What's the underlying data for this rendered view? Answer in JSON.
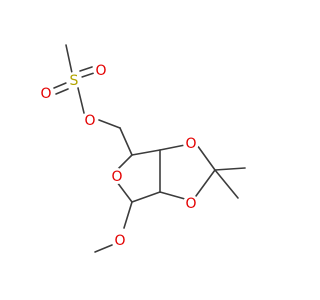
{
  "molecule": {
    "atoms": {
      "s": {
        "symbol": "S",
        "color": "#b2a400"
      },
      "o_sulfonyl_upper": {
        "symbol": "O",
        "color": "#e30000"
      },
      "o_sulfonyl_lower": {
        "symbol": "O",
        "color": "#e30000"
      },
      "o_ester": {
        "symbol": "O",
        "color": "#e30000"
      },
      "o_dioxolane_upper": {
        "symbol": "O",
        "color": "#e30000"
      },
      "o_dioxolane_lower": {
        "symbol": "O",
        "color": "#e30000"
      },
      "o_ring": {
        "symbol": "O",
        "color": "#e30000"
      },
      "o_methoxy": {
        "symbol": "O",
        "color": "#e30000"
      }
    },
    "bond_color": "#3c3c3c",
    "background": "#ffffff"
  }
}
